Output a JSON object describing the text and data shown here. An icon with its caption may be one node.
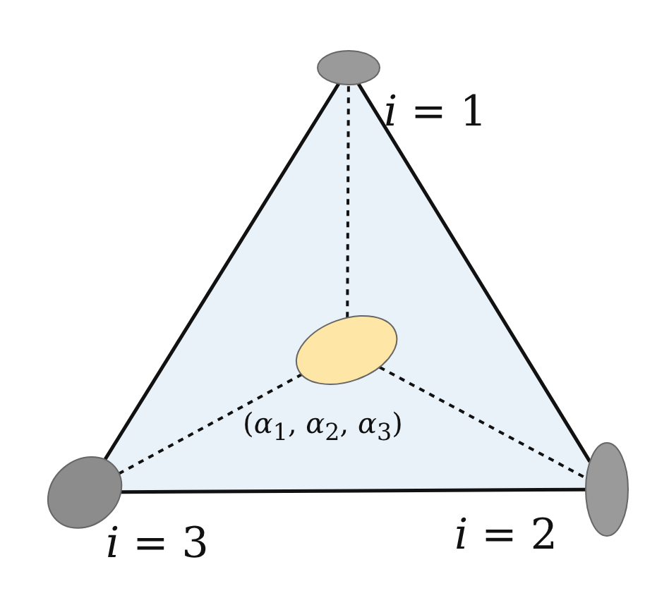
{
  "diagram": {
    "nodes": [
      {
        "text": [],
        "shape": "ellipse",
        "beside": [
          "*i* = 1"
        ]
      },
      {
        "text": [],
        "shape": "ellipse",
        "beside": [
          "(*α*$_{1}$, *α*$_{2}$, *α*$_{3}$)"
        ]
      },
      {
        "text": [],
        "shape": "ellipse",
        "beside": [
          "*i* = 3"
        ]
      },
      {
        "text": [],
        "shape": "ellipse",
        "beside": [
          "*i* = 2"
        ]
      }
    ],
    "edges": [
      {
        "from": 0,
        "to": 3,
        "arrow": "none"
      },
      {
        "from": 3,
        "to": 2,
        "arrow": "none"
      },
      {
        "from": 2,
        "to": 0,
        "arrow": "none"
      },
      {
        "from": 1,
        "to": 0,
        "arrow": "none",
        "style": "dashed"
      },
      {
        "from": 1,
        "to": 2,
        "arrow": "none",
        "style": "dashed"
      },
      {
        "from": 1,
        "to": 3,
        "arrow": "none",
        "style": "dashed"
      }
    ]
  }
}
